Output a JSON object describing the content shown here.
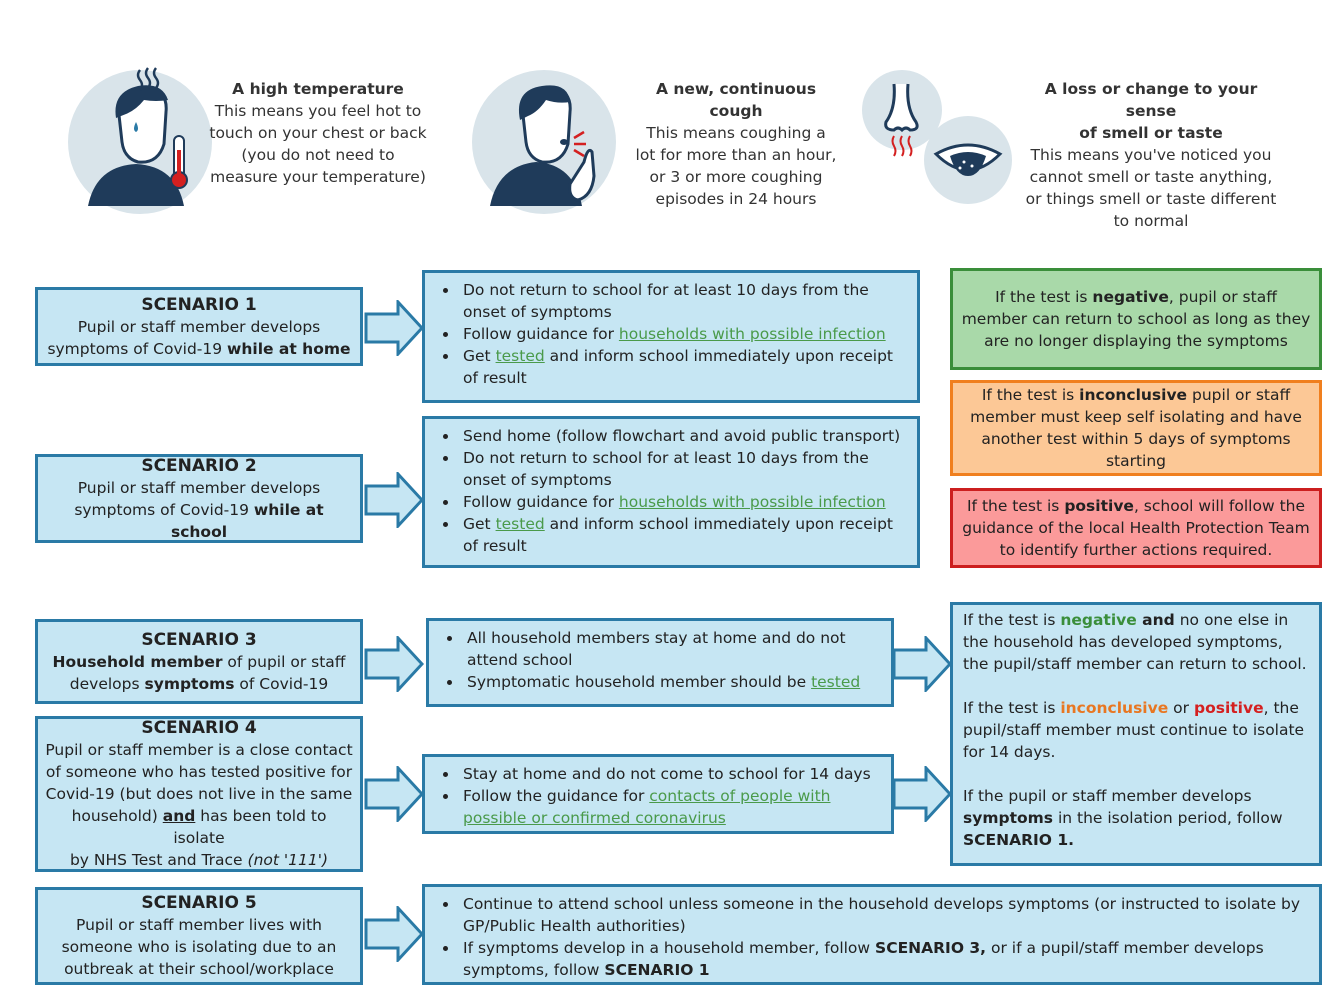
{
  "symptoms": [
    {
      "icon": "fever-person-icon",
      "title": "A high temperature",
      "lines": [
        "This means you feel hot to",
        "touch on your chest or back",
        "(you do not need to",
        "measure your temperature)"
      ]
    },
    {
      "icon": "coughing-person-icon",
      "title_lines": [
        "A new, continuous",
        "cough"
      ],
      "lines": [
        "This means coughing a",
        "lot for more than an hour,",
        "or 3 or more coughing",
        "episodes in 24 hours"
      ]
    },
    {
      "icon": "nose-and-tongue-icon",
      "title_lines": [
        "A loss or change to your sense",
        "of smell or taste"
      ],
      "lines": [
        "This means you've noticed you",
        "cannot smell or taste anything,",
        "or things smell or taste different",
        "to normal"
      ]
    }
  ],
  "scenario1": {
    "title": "SCENARIO 1",
    "line1": "Pupil or staff member develops",
    "line2_pre": "symptoms of Covid-19 ",
    "line2_bold": "while at home",
    "b1": "Do not return to school for at least 10 days from the onset of symptoms",
    "b2_pre": "Follow guidance for ",
    "b2_link": "households with possible infection",
    "b3_pre": "Get ",
    "b3_link": "tested",
    "b3_post": " and inform school immediately upon receipt of result"
  },
  "scenario2": {
    "title": "SCENARIO 2",
    "line1": "Pupil or staff member develops",
    "line2_pre": "symptoms of Covid-19 ",
    "line2_bold": "while at school",
    "b0": "Send home (follow flowchart and avoid public transport)",
    "b1": "Do not return to school for at least 10 days from the onset of symptoms",
    "b2_pre": "Follow guidance for ",
    "b2_link": "households with possible infection",
    "b3_pre": "Get ",
    "b3_link": "tested",
    "b3_post": " and inform school immediately upon receipt of result"
  },
  "results12": {
    "neg_pre": "If the test is ",
    "neg_bold": "negative",
    "neg_post": ", pupil or staff member can return to school as long as they are no longer displaying the symptoms",
    "inc_pre": "If the test is ",
    "inc_bold": "inconclusive",
    "inc_post": " pupil or staff member must keep self isolating and have another test within 5 days of symptoms starting",
    "pos_pre": "If the test is ",
    "pos_bold": "positive",
    "pos_post": ", school will follow the guidance of the local Health Protection Team to identify further actions required.",
    "colors": {
      "negative_bg": "#a9d9a9",
      "negative_border": "#3a8e3a",
      "inconclusive_bg": "#fcc896",
      "inconclusive_border": "#f07f1e",
      "positive_bg": "#fb9a9a",
      "positive_border": "#cc1f1f"
    }
  },
  "scenario3": {
    "title": "SCENARIO 3",
    "line1_bold": "Household member",
    "line1_post": " of pupil or staff",
    "line2_pre": "develops ",
    "line2_bold": "symptoms",
    "line2_post": " of Covid-19",
    "b1": "All household members stay at home and do not attend school",
    "b2_pre": "Symptomatic household member should be ",
    "b2_link": "tested"
  },
  "scenario4": {
    "title": "SCENARIO 4",
    "l1": "Pupil or staff member is a close contact",
    "l2": "of someone who has tested positive for",
    "l3": "Covid-19 (but does not live in the same",
    "l4_pre": "household) ",
    "l4_bold": "and",
    "l4_post": " has been told to isolate",
    "l5_pre": "by NHS Test and Trace ",
    "l5_italic": "(not '111')",
    "b1": "Stay at home and do not come to school for 14 days",
    "b2_pre": "Follow the guidance for ",
    "b2_link": "contacts of people with possible or confirmed coronavirus"
  },
  "results34": {
    "p1_pre": "If the test is ",
    "p1_neg": "negative",
    "p1_and": " and",
    "p1_post": " no one else in the household has developed symptoms, the pupil/staff member can return to school.",
    "p2_pre": "If the test is ",
    "p2_inc": "inconclusive",
    "p2_or": " or ",
    "p2_pos": "positive",
    "p2_post": ", the pupil/staff member must continue to isolate for 14 days.",
    "p3_pre": "If the pupil or staff member develops ",
    "p3_bold": "symptoms",
    "p3_mid": " in the isolation period, follow ",
    "p3_end": "SCENARIO 1."
  },
  "scenario5": {
    "title": "SCENARIO 5",
    "l1": "Pupil or staff member lives with",
    "l2": "someone who is isolating due to an",
    "l3": "outbreak at their school/workplace",
    "b1": "Continue to attend school unless someone in the household develops symptoms (or instructed to isolate by GP/Public Health authorities)",
    "b2_pre": "If symptoms develop in a household member, follow ",
    "b2_bold1": "SCENARIO 3,",
    "b2_mid": " or if a pupil/staff member develops symptoms, follow ",
    "b2_bold2": "SCENARIO 1"
  }
}
